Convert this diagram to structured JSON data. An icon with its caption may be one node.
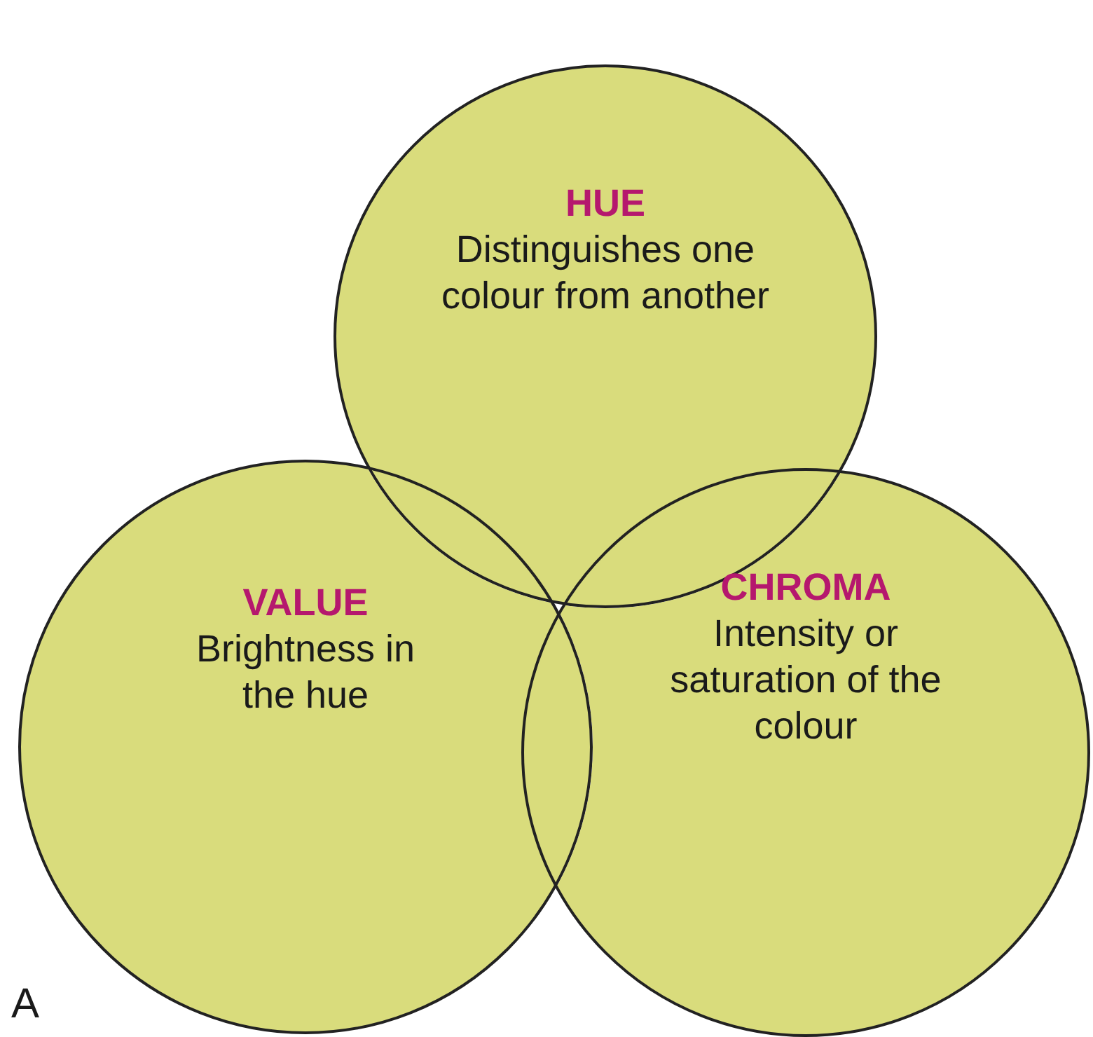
{
  "diagram": {
    "nodes": [
      {
        "text": [
          "HUE",
          "Distinguishes one colour from another"
        ]
      },
      {
        "text": [
          "VALUE",
          "Brightness in the hue"
        ]
      },
      {
        "text": [
          "CHROMA",
          "Intensity or saturation of the colour"
        ]
      }
    ],
    "labels": [
      "A"
    ]
  }
}
